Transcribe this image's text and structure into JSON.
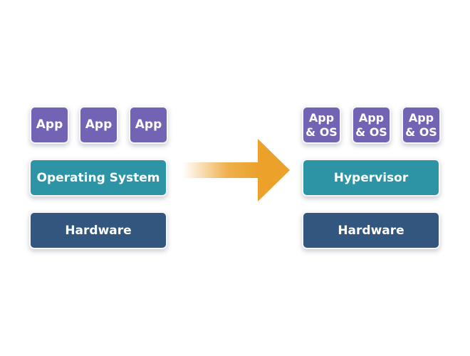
{
  "left_stack": {
    "apps": [
      {
        "label": "App"
      },
      {
        "label": "App"
      },
      {
        "label": "App"
      }
    ],
    "os_label": "Operating System",
    "hardware_label": "Hardware"
  },
  "right_stack": {
    "vms": [
      {
        "label": "App\n& OS"
      },
      {
        "label": "App\n& OS"
      },
      {
        "label": "App\n& OS"
      }
    ],
    "hypervisor_label": "Hypervisor",
    "hardware_label": "Hardware"
  },
  "colors": {
    "app": "#7263b4",
    "os": "#2c94a5",
    "hardware": "#32567e",
    "arrow": "#eba12a"
  }
}
